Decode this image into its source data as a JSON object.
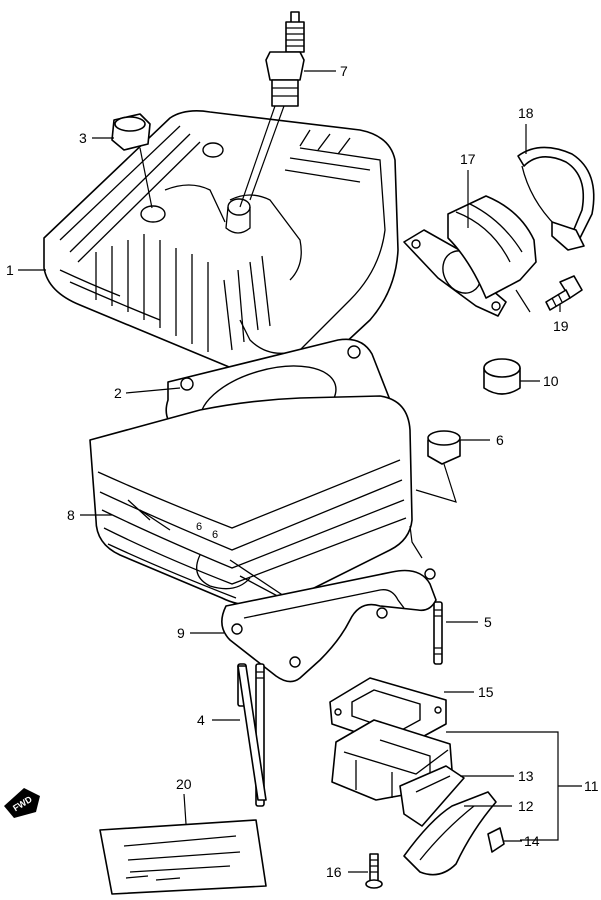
{
  "callouts": {
    "c1": "1",
    "c2": "2",
    "c3": "3",
    "c4": "4",
    "c5": "5",
    "c6": "6",
    "c7": "7",
    "c8": "8",
    "c9": "9",
    "c10": "10",
    "c11": "11",
    "c12": "12",
    "c13": "13",
    "c14": "14",
    "c15": "15",
    "c16": "16",
    "c17": "17",
    "c18": "18",
    "c19": "19",
    "c20": "20"
  },
  "direction_badge": "FWD",
  "colors": {
    "line": "#000000",
    "background": "#ffffff"
  }
}
